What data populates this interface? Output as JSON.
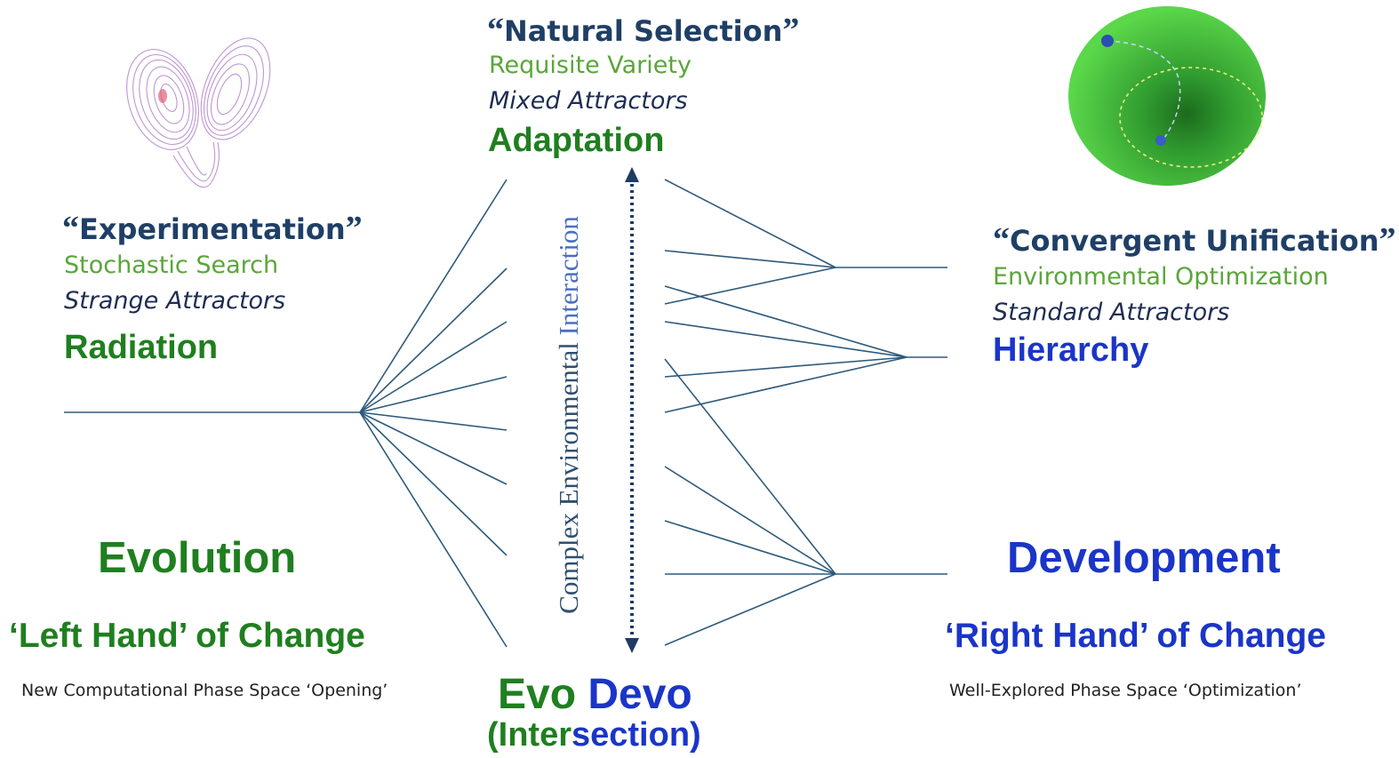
{
  "top_center": {
    "title": "Natural Selection",
    "open_quote": "“",
    "close_quote": "”",
    "subtitle": "Requisite Variety",
    "attractors": "Mixed Attractors",
    "process": "Adaptation"
  },
  "left": {
    "title": "Experimentation",
    "open_quote": "“",
    "close_quote": "”",
    "subtitle": "Stochastic Search",
    "attractors": "Strange Attractors",
    "process": "Radiation",
    "heading": "Evolution",
    "hand": "‘Left Hand’ of Change",
    "caption": "New Computational Phase Space ‘Opening’"
  },
  "right": {
    "title": "Convergent Unification",
    "open_quote": "“",
    "close_quote": "”",
    "subtitle": "Environmental Optimization",
    "attractors": "Standard Attractors",
    "process": "Hierarchy",
    "heading": "Development",
    "hand": "‘Right Hand’ of Change",
    "caption": "Well-Explored Phase Space ‘Optimization’"
  },
  "center": {
    "vertical_part1": "Complex Environmental ",
    "vertical_part2": "Interaction",
    "evo": "Evo",
    "devo": "Devo",
    "inter_open": "(Inter",
    "inter_close": "section)"
  },
  "colors": {
    "line": "#2d5a7c",
    "dark_navy": "#1f3f66",
    "green": "#1f7f1f",
    "light_green": "#5aa63a",
    "blue": "#1a35c8",
    "arrow": "#1e3b63"
  },
  "icons": [
    "lorenz-attractor-icon",
    "potential-well-attractor-icon"
  ]
}
